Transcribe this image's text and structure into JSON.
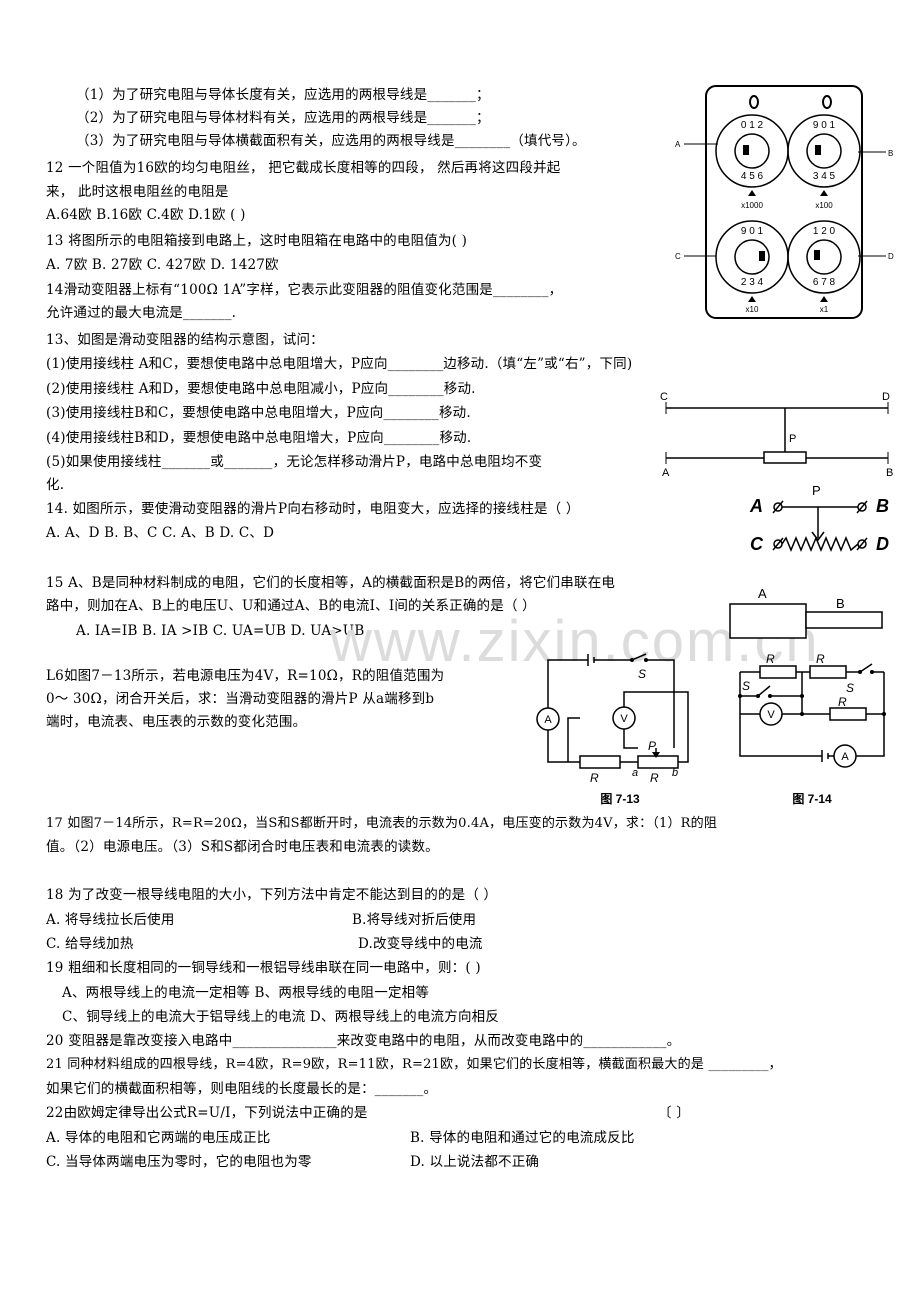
{
  "lines": {
    "q11_1": "（1）为了研究电阻与导体长度有关，应选用的两根导线是_______；",
    "q11_2": "（2）为了研究电阻与导体材料有关，应选用的两根导线是_______；",
    "q11_3": "（3）为了研究电阻与导体横截面积有关，应选用的两根导线是________（填代号）。",
    "q12_a": "12 一个阻值为16欧的均匀电阻丝， 把它截成长度相等的四段， 然后再将这四段并起",
    "q12_b": "来， 此时这根电阻丝的电阻是",
    "q12_c": "A.64欧        B.16欧        C.4欧        D.1欧          (    )",
    "q13_a": "13 将图所示的电阻箱接到电路上，这时电阻箱在电路中的电阻值为(     )",
    "q13_b": "A. 7欧        B. 27欧       C. 427欧       D. 1427欧",
    "q14_a": "14滑动变阻器上标有“100Ω 1A”字样，它表示此变阻器的阻值变化范围是________，",
    "q14_b": "允许通过的最大电流是_______.",
    "q13b_0": "13、如图是滑动变阻器的结构示意图，试问：",
    "q13b_1": "(1)使用接线柱 A和C，要想使电路中总电阻增大，P应向________边移动.（填“左”或“右”，下同)",
    "q13b_2": "(2)使用接线柱 A和D，要想使电路中总电阻减小，P应向________移动.",
    "q13b_3": "(3)使用接线柱B和C，要想使电路中总电阻增大，P应向________移动.",
    "q13b_4": "(4)使用接线柱B和D，要想使电路中总电阻增大，P应向________移动.",
    "q13b_5": "(5)如果使用接线柱_______或_______，无论怎样移动滑片P，电路中总电阻均不变",
    "q13b_6": "化.",
    "q14b_a": "14. 如图所示，要使滑动变阻器的滑片P向右移动时，电阻变大，应选择的接线柱是（      ）",
    "q14b_b": "A. A、D      B. B、C      C. A、B      D. C、D",
    "q15_a": "15 A、B是同种材料制成的电阻，它们的长度相等，A的横截面积是B的两倍，将它们串联在电",
    "q15_b": "路中，则加在A、B上的电压U、U和通过A、B的电流I、I间的关系正确的是（      ）",
    "q16_a": "L6如图7－13所示，若电源电压为4V，R=10Ω，R的阻值范围为",
    "q16_b": "0～ 30Ω，闭合开关后，求：当滑动变阻器的滑片P 从a端移到b",
    "q16_c": "端时，电流表、电压表的示数的变化范围。",
    "q17_a": "17 如图7－14所示，R=R=20Ω，当S和S都断开时，电流表的示数为0.4A，电压变的示数为4V，求：（1）R的阻",
    "q17_b": "值。（2）电源电压。（3）S和S都闭合时电压表和电流表的读数。",
    "q18_0": "18 为了改变一根导线电阻的大小，下列方法中肯定不能达到目的的是（      ）",
    "q18_a": "A. 将导线拉长后使用",
    "q18_b": "B.将导线对折后使用",
    "q18_c": "C. 给导线加热",
    "q18_d": "D.改变导线中的电流",
    "q19_0": "19 粗细和长度相同的一铜导线和一根铝导线串联在同一电路中，则：(      )",
    "q19_1": "A、两根导线上的电流一定相等      B、两根导线的电阻一定相等",
    "q19_2": "C、铜导线上的电流大于铝导线上的电流    D、两根导线上的电流方向相反",
    "q20": "20 变阻器是靠改变接入电路中_______________来改变电路中的电阻，从而改变电路中的____________。",
    "q21_a": "21 同种材料组成的四根导线，R=4欧，R=9欧，R=11欧，R=21欧，如果它们的长度相等，横截面积最大的是 _________，",
    "q21_b": "如果它们的横截面积相等，则电阻线的长度最长的是：_______。",
    "q22_0": "22由欧姆定律导出公式R=U/I，下列说法中正确的是",
    "q22_br": "〔     〕",
    "q22_a": "A. 导体的电阻和它两端的电压成正比",
    "q22_b": "B. 导体的电阻和通过它的电流成反比",
    "q22_c": "C. 当导体两端电压为零时，它的电阻也为零",
    "q22_d": "D. 以上说法都不正确"
  },
  "q15_options": "A. IA=IB     B. IA >IB    C. UA=UB     D.  UA>UB",
  "fig_box": {
    "label_a": "A",
    "label_b": "B",
    "label_c": "C",
    "label_d": "D",
    "mult_1": "x1000",
    "mult_2": "x100",
    "mult_3": "x10",
    "mult_4": "x1"
  },
  "fig_rheostat1": {
    "c": "C",
    "d": "D",
    "a": "A",
    "b": "B",
    "p": "P"
  },
  "fig_rheostat2": {
    "a": "A",
    "b": "B",
    "c": "C",
    "d": "D",
    "p": "P"
  },
  "fig_ab": {
    "a": "A",
    "b": "B"
  },
  "fig_713": {
    "caption": "图 7-13",
    "s": "S",
    "a": "A",
    "v": "V",
    "p": "P",
    "r1": "R",
    "r2": "R",
    "pa": "a",
    "pb": "b"
  },
  "fig_714": {
    "caption": "图 7-14",
    "r1": "R",
    "r2": "R",
    "r3": "R",
    "s1": "S",
    "s2": "S",
    "v": "V",
    "a": "A"
  },
  "watermark": "www.zixin.com.cn"
}
